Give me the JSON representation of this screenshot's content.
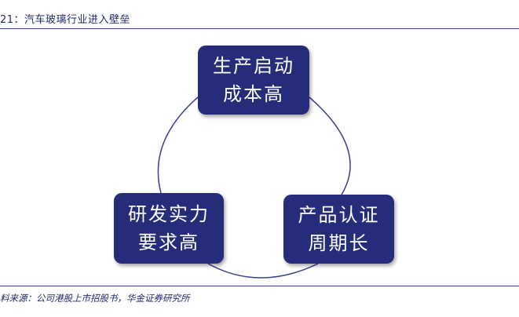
{
  "header": {
    "title": "21：汽车玻璃行业进入壁垒"
  },
  "diagram": {
    "nodes": [
      {
        "id": "top",
        "line1": "生产启动",
        "line2": "成本高"
      },
      {
        "id": "right",
        "line1": "产品认证",
        "line2": "周期长"
      },
      {
        "id": "left",
        "line1": "研发实力",
        "line2": "要求高"
      }
    ],
    "colors": {
      "node_fill": "#252c7a",
      "node_text": "#ffffff",
      "connector": "#3a3f8f",
      "rule": "#2d3f8a"
    }
  },
  "footer": {
    "source": "料来源：公司港股上市招股书，华金证券研究所"
  }
}
